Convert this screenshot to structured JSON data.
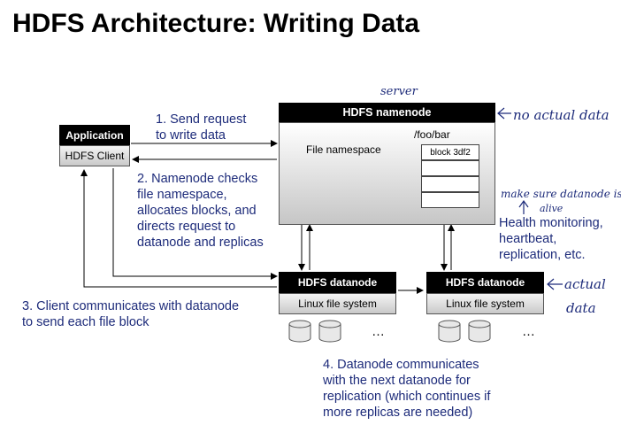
{
  "title": "HDFS Architecture: Writing Data",
  "annotations": {
    "server": "server",
    "no_actual_data": "no actual data",
    "make_sure": "make sure datanode is",
    "alive": "alive",
    "actual": "actual",
    "data": "data"
  },
  "application": {
    "header": "Application",
    "client": "HDFS Client"
  },
  "namenode": {
    "header": "HDFS namenode",
    "namespace_label": "File namespace",
    "path": "/foo/bar",
    "block": "block 3df2"
  },
  "datanode1": {
    "header": "HDFS datanode",
    "fs": "Linux file system",
    "ellipsis": "…"
  },
  "datanode2": {
    "header": "HDFS datanode",
    "fs": "Linux file system",
    "ellipsis": "…"
  },
  "steps": {
    "s1": "1. Send request\nto write data",
    "s2": "2. Namenode checks\nfile namespace,\nallocates blocks, and\ndirects request to\ndatanode and replicas",
    "s3": "3. Client communicates with datanode\nto send each file block",
    "s4": "4. Datanode communicates\nwith the next datanode for\nreplication (which continues if\nmore replicas are needed)"
  },
  "health": "Health monitoring,\nheartbeat,\nreplication, etc."
}
